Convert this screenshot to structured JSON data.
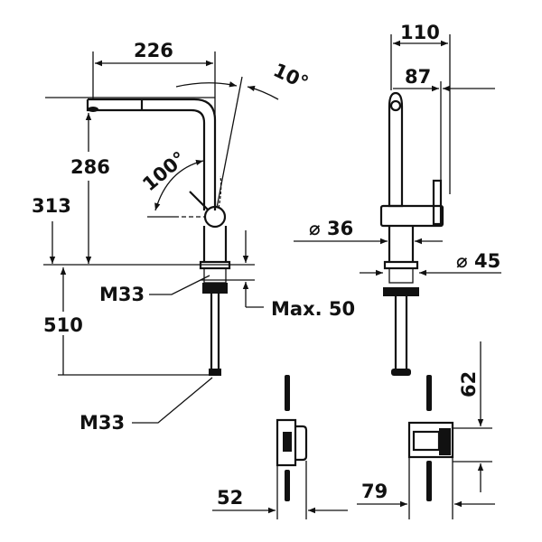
{
  "dimensions": {
    "spout_reach": "226",
    "swivel_angle_small": "10°",
    "swivel_angle_large": "100°",
    "spout_height": "286",
    "total_height": "313",
    "thread_top": "M33",
    "max_counter_thickness": "Max. 50",
    "hose_length": "510",
    "thread_bottom": "M33",
    "body_depth": "110",
    "spout_offset": "87",
    "body_diameter": "⌀ 36",
    "base_diameter": "⌀ 45",
    "valve_height": "62",
    "valve_width_side": "52",
    "valve_width_front": "79"
  }
}
